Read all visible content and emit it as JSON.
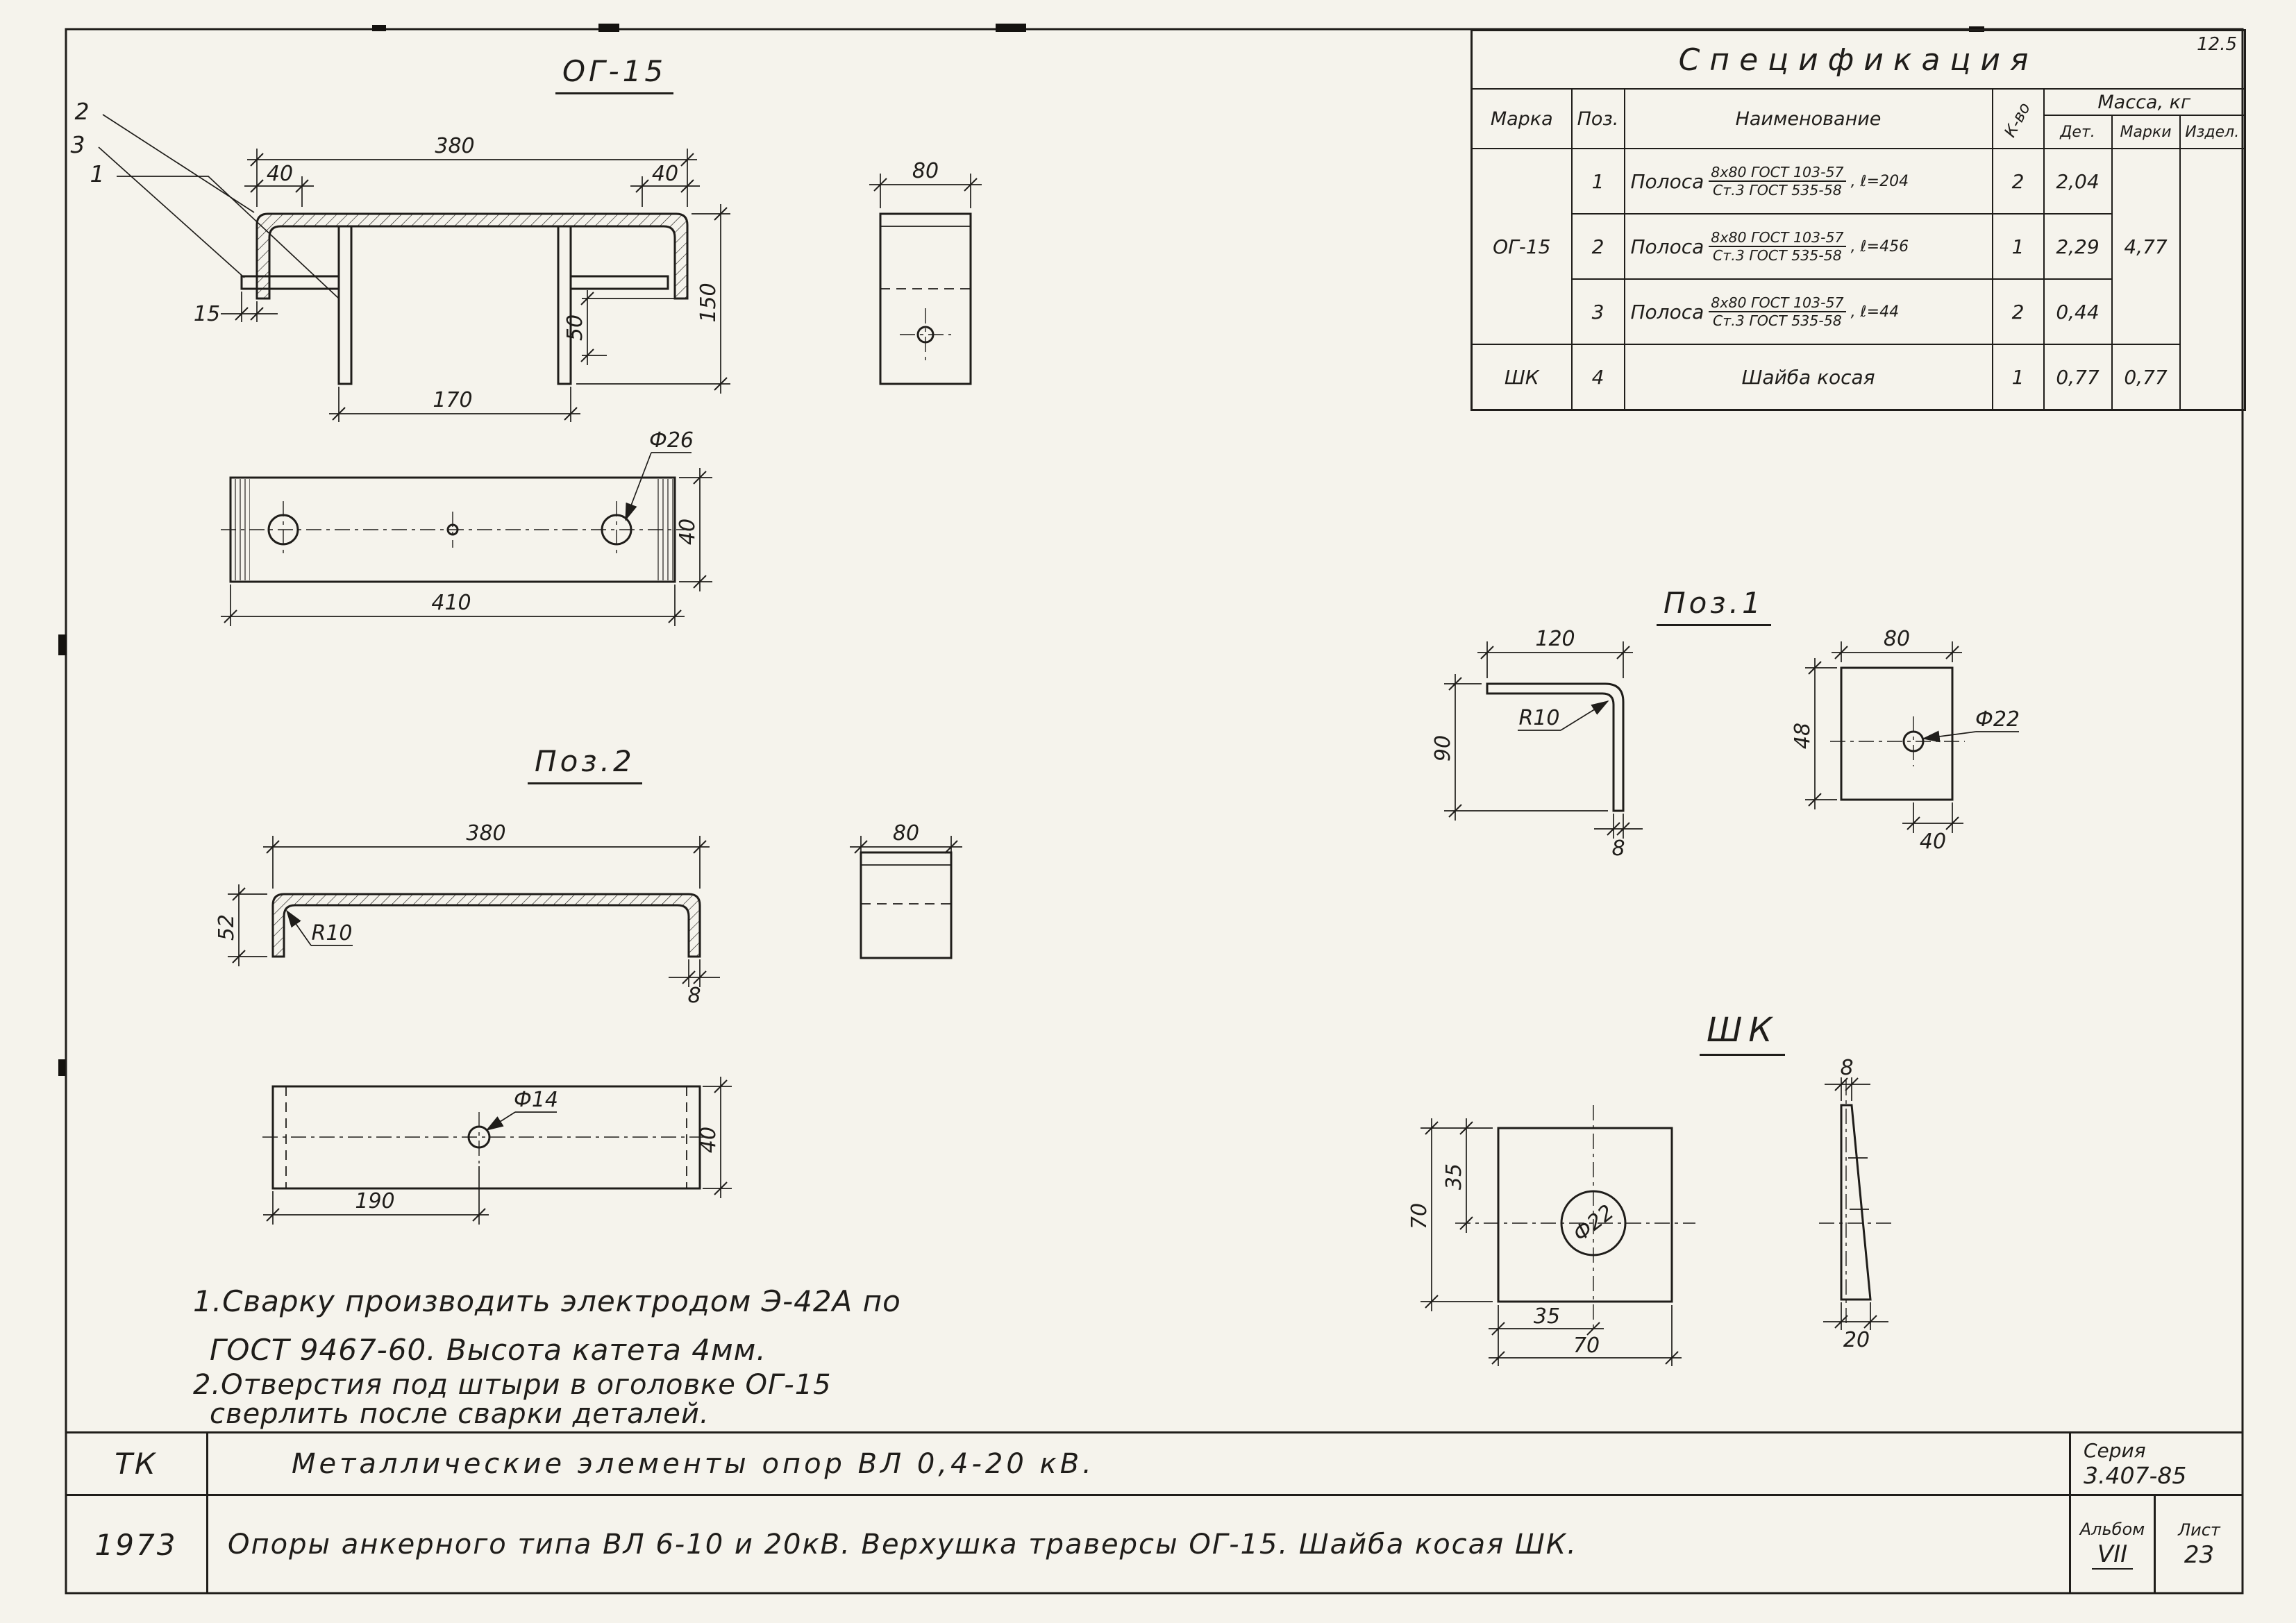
{
  "titles": {
    "og15": "ОГ-15",
    "poz2": "Поз.2",
    "poz1": "Поз.1",
    "shk": "ШК"
  },
  "spec": {
    "title": "Спецификация",
    "corner": "12.5",
    "col_marka": "Марка",
    "col_poz": "Поз.",
    "col_name": "Наименование",
    "col_qty": "К-во",
    "col_mass": "Масса, кг",
    "col_det": "Дет.",
    "col_marki": "Марки",
    "col_izdel": "Издел.",
    "marka_og15": "ОГ-15",
    "marka_shk": "ШК",
    "marki_og15": "4,77",
    "marki_shk": "0,77",
    "rows": [
      {
        "poz": "1",
        "name": "Полоса",
        "spec_top": "8х80 ГОСТ 103-57",
        "spec_bot": "Ст.3 ГОСТ 535-58",
        "tail": ", ℓ=204",
        "qty": "2",
        "det": "2,04"
      },
      {
        "poz": "2",
        "name": "Полоса",
        "spec_top": "8х80 ГОСТ 103-57",
        "spec_bot": "Ст.3 ГОСТ 535-58",
        "tail": ", ℓ=456",
        "qty": "1",
        "det": "2,29"
      },
      {
        "poz": "3",
        "name": "Полоса",
        "spec_top": "8х80 ГОСТ 103-57",
        "spec_bot": "Ст.3 ГОСТ 535-58",
        "tail": ", ℓ=44",
        "qty": "2",
        "det": "0,44"
      },
      {
        "poz": "4",
        "name": "Шайба косая",
        "qty": "1",
        "det": "0,77"
      }
    ]
  },
  "dims": {
    "og15_front": {
      "w380": "380",
      "l40": "40",
      "r40": "40",
      "c1": "1",
      "c2": "2",
      "c3": "3",
      "o15": "15",
      "h150": "150",
      "h50": "50",
      "w170": "170"
    },
    "og15_side": {
      "w80": "80"
    },
    "og15_plan": {
      "d26": "Ф26",
      "l410": "410",
      "h40": "40"
    },
    "poz2_front": {
      "w380": "380",
      "h52": "52",
      "r10": "R10",
      "t8": "8"
    },
    "poz2_side": {
      "w80": "80"
    },
    "poz2_plan": {
      "d14": "Ф14",
      "l190": "190",
      "h40": "40"
    },
    "poz1_angle": {
      "w120": "120",
      "h90": "90",
      "r10": "R10",
      "t8": "8"
    },
    "poz1_plate": {
      "w80": "80",
      "h48": "48",
      "d22": "Ф22",
      "b40": "40"
    },
    "shk_front": {
      "v35": "35",
      "v70": "70",
      "d22": "Ф22",
      "b35": "35",
      "b70": "70"
    },
    "shk_side": {
      "t8": "8",
      "b20": "20"
    }
  },
  "notes": {
    "n1a": "1.Сварку  производить  электродом  Э-42А  по",
    "n1b": "ГОСТ 9467-60.  Высота  катета  4мм.",
    "n2a": "2.Отверстия  под  штыри  в  оголовке  ОГ-15",
    "n2b": "сверлить  после  сварки  деталей."
  },
  "tb": {
    "tk": "ТК",
    "year": "1973",
    "row1": "Металлические   элементы   опор    ВЛ 0,4-20 кВ.",
    "row2": "Опоры  анкерного  типа  ВЛ 6-10 и 20кВ.  Верхушка  траверсы  ОГ-15. Шайба  косая  ШК.",
    "series_label": "Серия",
    "series": "3.407-85",
    "album_label": "Альбом",
    "album": "VII",
    "sheet_label": "Лист",
    "sheet": "23"
  }
}
